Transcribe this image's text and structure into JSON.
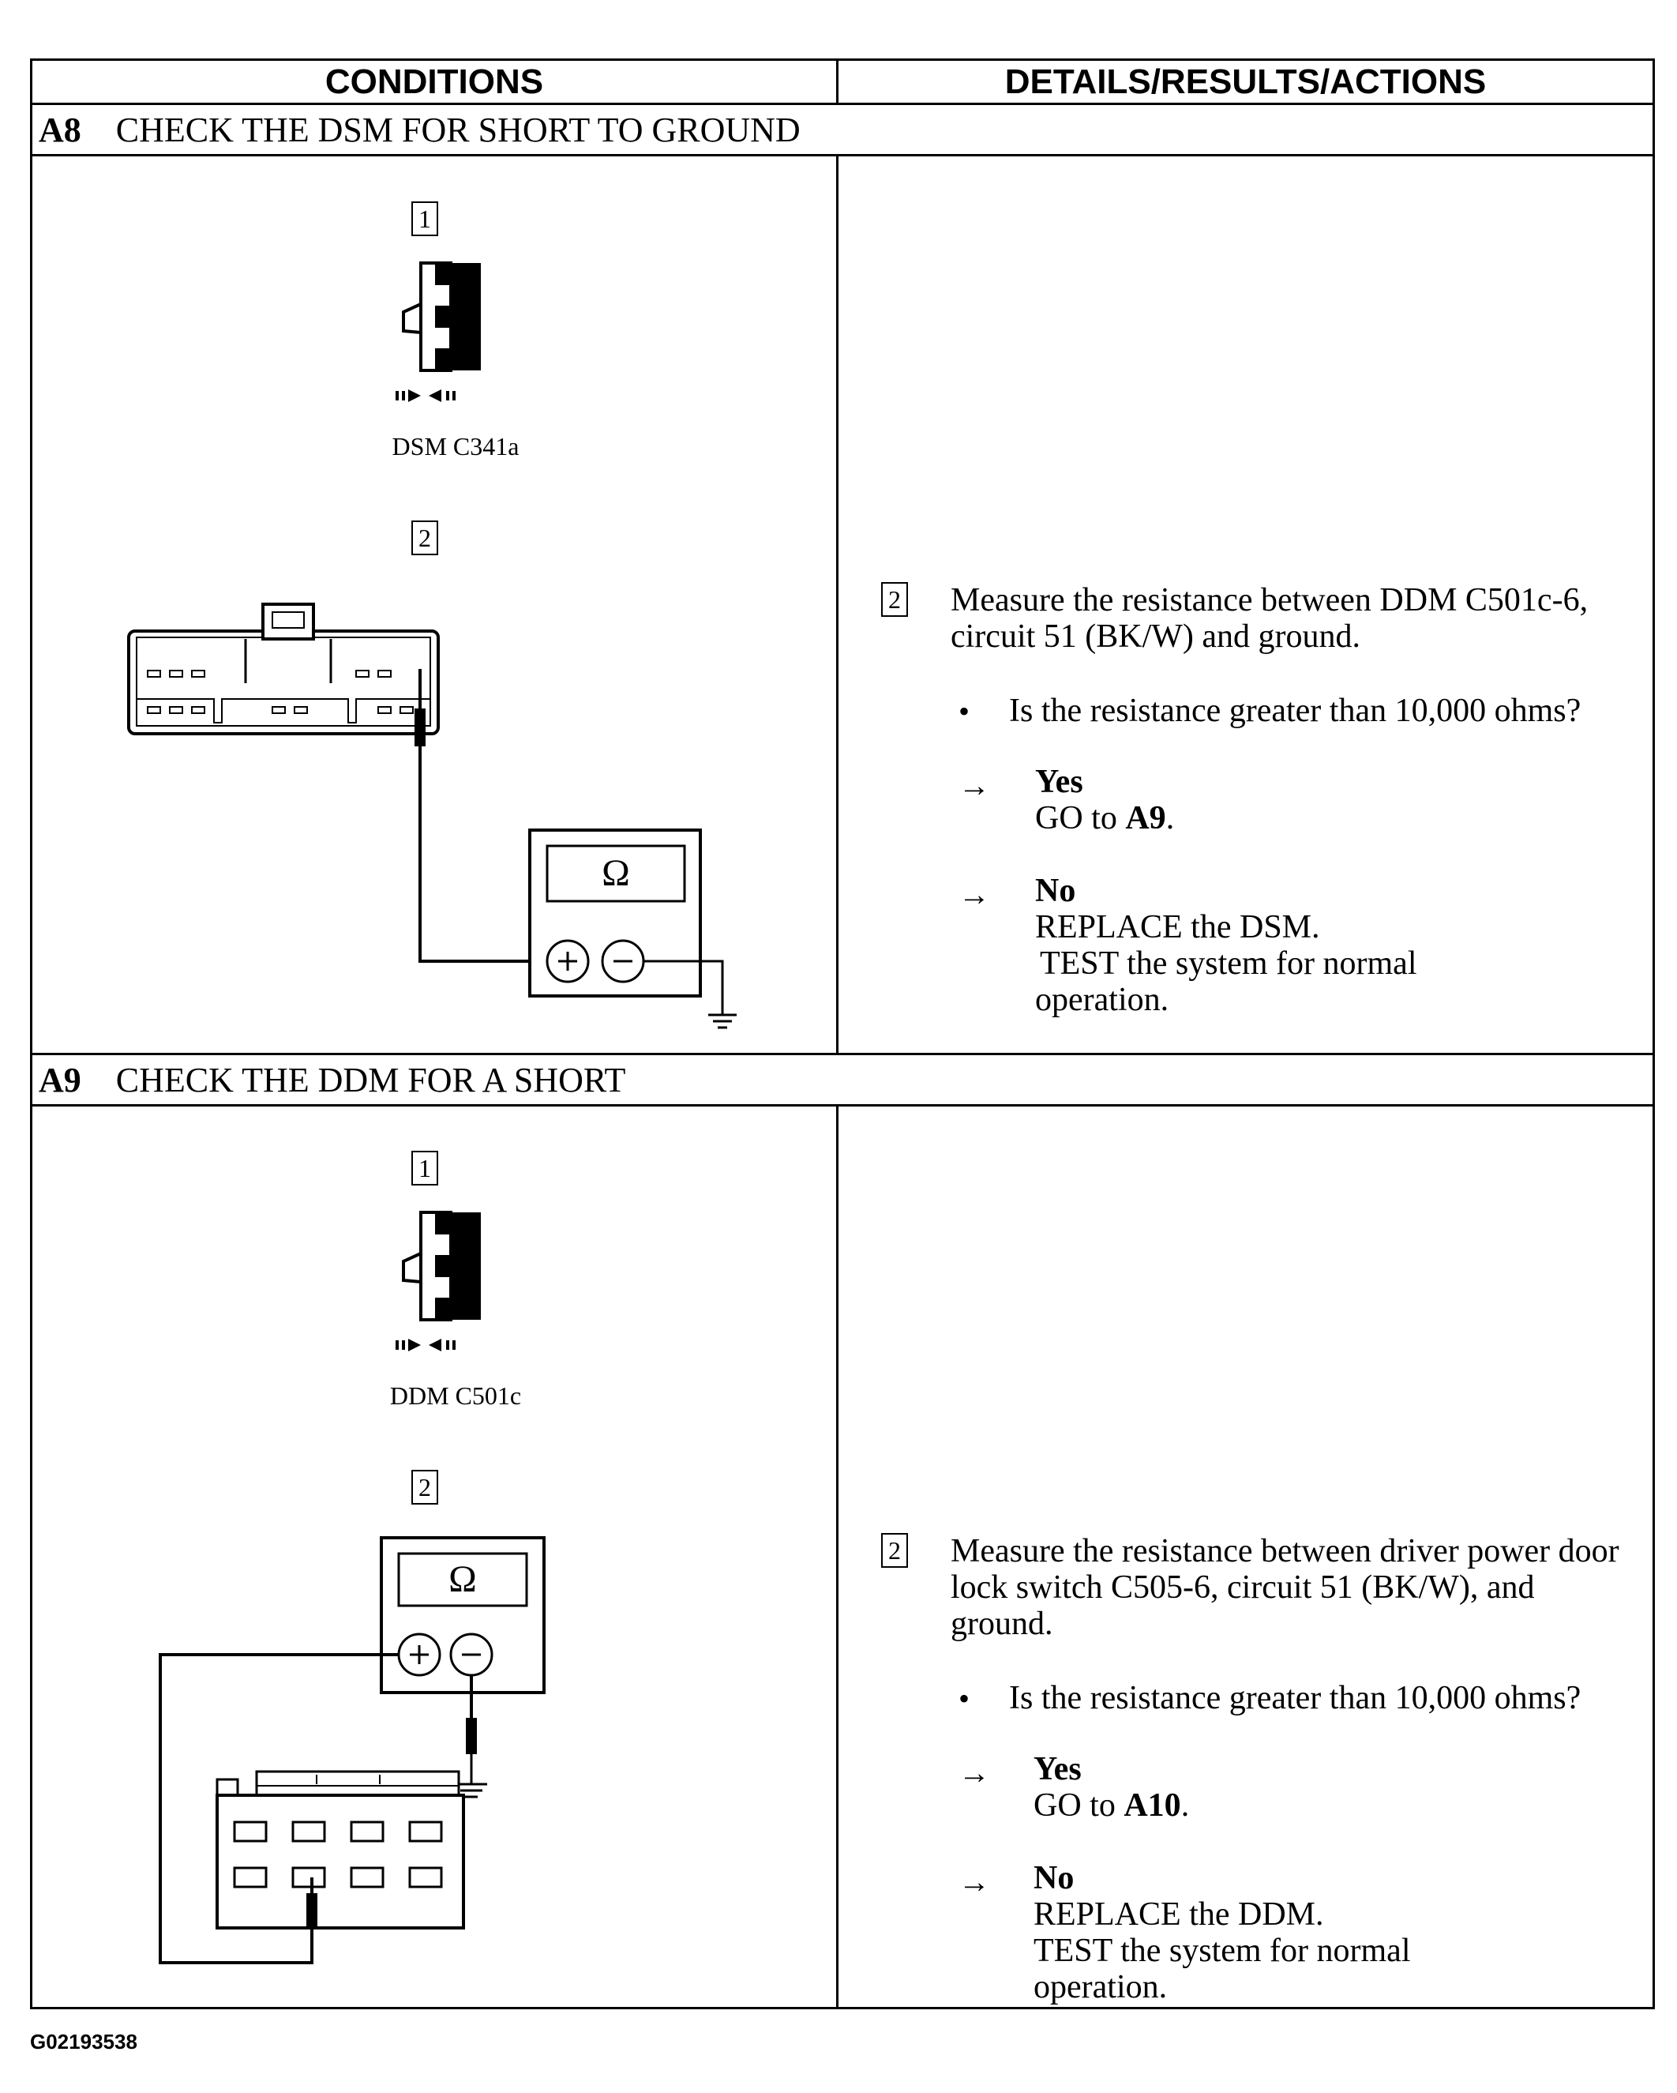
{
  "header": {
    "conditions": "CONDITIONS",
    "details": "DETAILS/RESULTS/ACTIONS"
  },
  "sections": [
    {
      "id": "A8",
      "title": "CHECK THE DSM FOR SHORT TO GROUND",
      "step1_num": "1",
      "connector_label": "DSM C341a",
      "step2_num": "2",
      "meter_symbol": "Ω",
      "detail_num": "2",
      "detail_text": [
        "Measure the resistance between DDM C501c-6,",
        "circuit 51 (BK/W) and ground."
      ],
      "question": "Is the resistance greater than 10,000 ohms?",
      "yes_label": "Yes",
      "yes_action_prefix": "GO to ",
      "yes_action_target": "A9",
      "yes_action_suffix": ".",
      "no_label": "No",
      "no_actions": [
        "REPLACE the DSM.",
        "TEST the system for normal",
        "operation."
      ]
    },
    {
      "id": "A9",
      "title": "CHECK THE DDM FOR A SHORT",
      "step1_num": "1",
      "connector_label": "DDM C501c",
      "step2_num": "2",
      "meter_symbol": "Ω",
      "detail_num": "2",
      "detail_text": [
        "Measure the resistance between driver power door",
        "lock switch C505-6, circuit 51 (BK/W), and",
        "ground."
      ],
      "question": "Is the resistance greater than 10,000 ohms?",
      "yes_label": "Yes",
      "yes_action_prefix": "GO to ",
      "yes_action_target": "A10",
      "yes_action_suffix": ".",
      "no_label": "No",
      "no_actions": [
        "REPLACE the DDM.",
        "TEST the system for normal",
        "operation."
      ]
    }
  ],
  "footer": {
    "ref": "G02193538"
  }
}
